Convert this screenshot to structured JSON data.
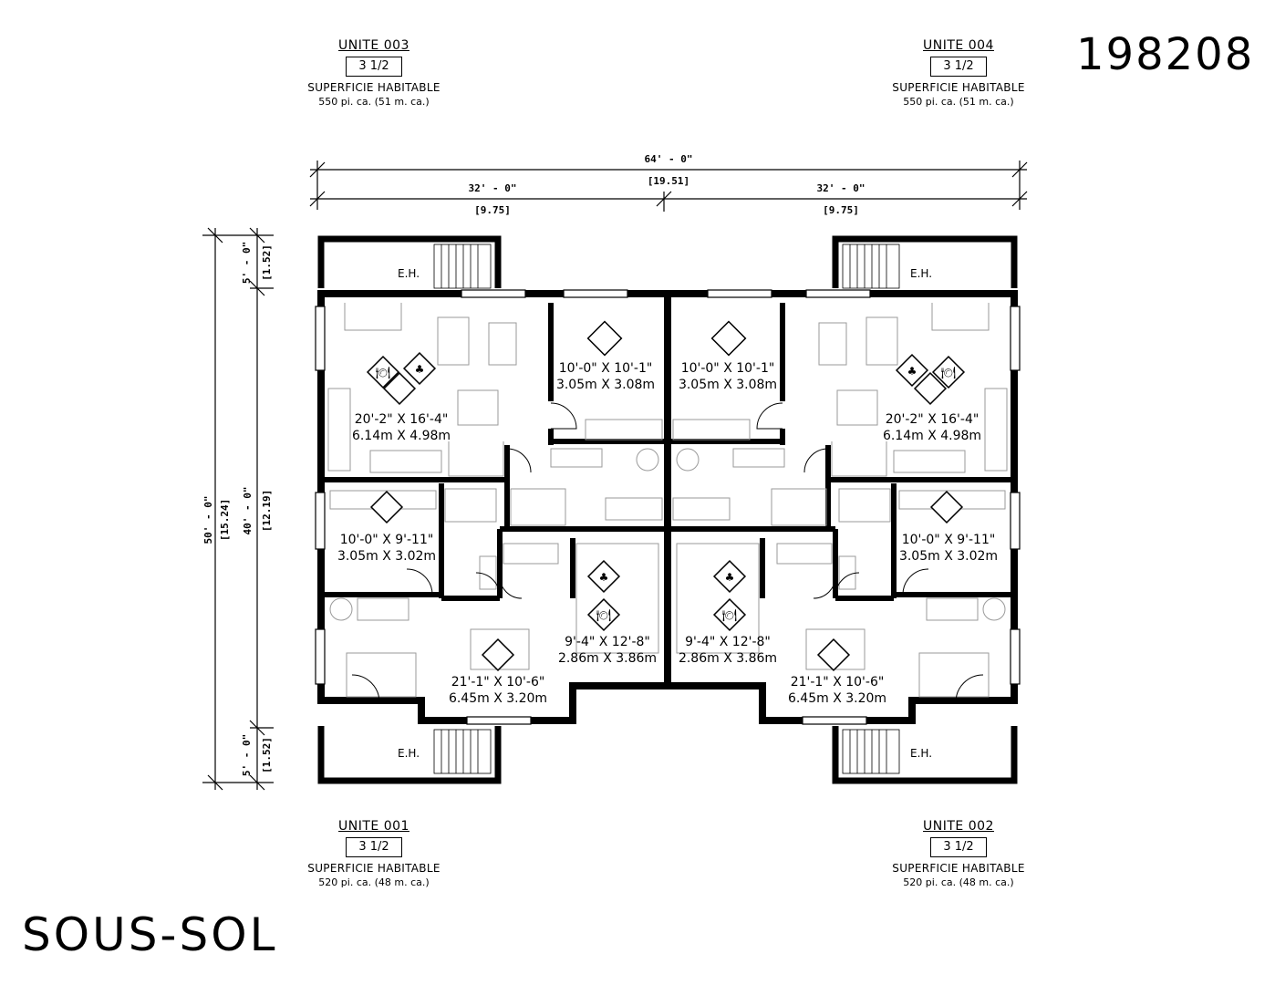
{
  "project_number": "198208",
  "floor_name": "SOUS-SOL",
  "units": {
    "u003": {
      "title": "UNITE 003",
      "type": "3 1/2",
      "label": "SUPERFICIE HABITABLE",
      "area": "550 pi. ca. (51 m. ca.)"
    },
    "u004": {
      "title": "UNITE 004",
      "type": "3 1/2",
      "label": "SUPERFICIE HABITABLE",
      "area": "550 pi. ca. (51 m. ca.)"
    },
    "u001": {
      "title": "UNITE 001",
      "type": "3 1/2",
      "label": "SUPERFICIE HABITABLE",
      "area": "520 pi. ca. (48 m. ca.)"
    },
    "u002": {
      "title": "UNITE 002",
      "type": "3 1/2",
      "label": "SUPERFICIE HABITABLE",
      "area": "520 pi. ca. (48 m. ca.)"
    }
  },
  "dimensions": {
    "overall_width_ft": "64' - 0\"",
    "overall_width_m": "[19.51]",
    "half_left_ft": "32' - 0\"",
    "half_left_m": "[9.75]",
    "half_right_ft": "32' - 0\"",
    "half_right_m": "[9.75]",
    "overall_depth_ft": "50' - 0\"",
    "overall_depth_m": "[15.24]",
    "inner_depth_ft": "40' - 0\"",
    "inner_depth_m": "[12.19]",
    "balcony_top_ft": "5' - 0\"",
    "balcony_top_m": "[1.52]",
    "balcony_bottom_ft": "5' - 0\"",
    "balcony_bottom_m": "[1.52]"
  },
  "rooms": {
    "living_tl": {
      "ft": "20'-2\" X 16'-4\"",
      "m": "6.14m X 4.98m"
    },
    "bed_tl": {
      "ft": "10'-0\" X 10'-1\"",
      "m": "3.05m X 3.08m"
    },
    "bed_tr": {
      "ft": "10'-0\" X 10'-1\"",
      "m": "3.05m X 3.08m"
    },
    "living_tr": {
      "ft": "20'-2\" X 16'-4\"",
      "m": "6.14m X 4.98m"
    },
    "bed_bl": {
      "ft": "10'-0\" X 9'-11\"",
      "m": "3.05m X 3.02m"
    },
    "bed_br": {
      "ft": "10'-0\" X 9'-11\"",
      "m": "3.05m X 3.02m"
    },
    "kitchen_bl": {
      "ft": "9'-4\" X 12'-8\"",
      "m": "2.86m X 3.86m"
    },
    "kitchen_br": {
      "ft": "9'-4\" X 12'-8\"",
      "m": "2.86m X 3.86m"
    },
    "living_bl": {
      "ft": "21'-1\" X 10'-6\"",
      "m": "6.45m X 3.20m"
    },
    "living_br": {
      "ft": "21'-1\" X 10'-6\"",
      "m": "6.45m X 3.20m"
    }
  },
  "eh_label": "E.H."
}
